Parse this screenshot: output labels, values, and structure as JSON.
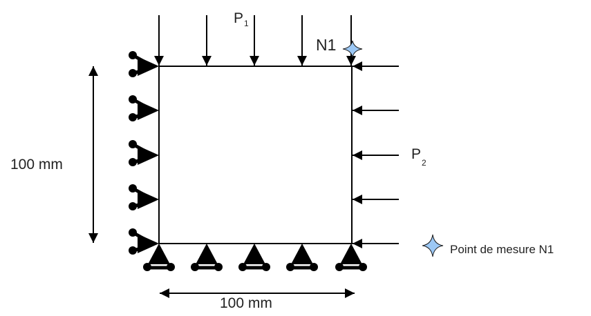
{
  "labels": {
    "p1": "P",
    "p1_sub": "1",
    "p2": "P",
    "p2_sub": "2",
    "n1": "N1",
    "height_dim": "100 mm",
    "width_dim": "100 mm",
    "legend": "Point de mesure N1"
  },
  "colors": {
    "line": "#000000",
    "star_fill": "#9cc8f5",
    "star_stroke": "#1a1a1a"
  },
  "counts": {
    "top_load_arrows": 5,
    "right_load_arrows": 5,
    "left_supports": 5,
    "bottom_supports": 5
  }
}
